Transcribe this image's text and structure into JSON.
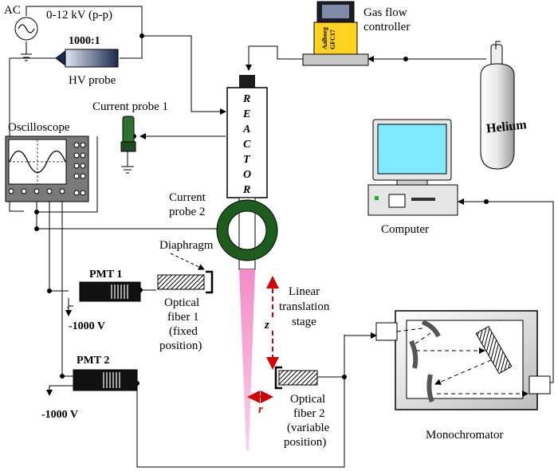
{
  "labels": {
    "ac": "AC",
    "ac_voltage": "0-12 kV (p-p)",
    "ratio": "1000:1",
    "hv_probe": "HV probe",
    "gas_flow_1": "Gas flow",
    "gas_flow_2": "controller",
    "aalborg": "Aalborg",
    "gfc17": "GFC17",
    "current_probe_1": "Current probe 1",
    "oscilloscope": "Oscilloscope",
    "reactor_letters": [
      "R",
      "E",
      "A",
      "C",
      "T",
      "O",
      "R"
    ],
    "current_probe_2_a": "Current",
    "current_probe_2_b": "probe 2",
    "helium": "Helium",
    "computer": "Computer",
    "diaphragm": "Diaphragm",
    "pmt1": "PMT 1",
    "pmt2": "PMT 2",
    "minus_1000_a": "-1000 V",
    "minus_1000_b": "-1000 V",
    "fiber1_a": "Optical",
    "fiber1_b": "fiber 1",
    "fiber1_c": "(fixed",
    "fiber1_d": "position)",
    "linear_a": "Linear",
    "linear_b": "translation",
    "linear_c": "stage",
    "axis_z": "z",
    "axis_r": "r",
    "fiber2_a": "Optical",
    "fiber2_b": "fiber 2",
    "fiber2_c": "(variable",
    "fiber2_d": "position)",
    "monochromator": "Monochromator"
  },
  "colors": {
    "plasma": "#f7a8d3",
    "coil": "#1d5c1d",
    "arrow_red": "#d40000",
    "screen": "#7fe9ff",
    "flow_yellow": "#ffd21f"
  }
}
